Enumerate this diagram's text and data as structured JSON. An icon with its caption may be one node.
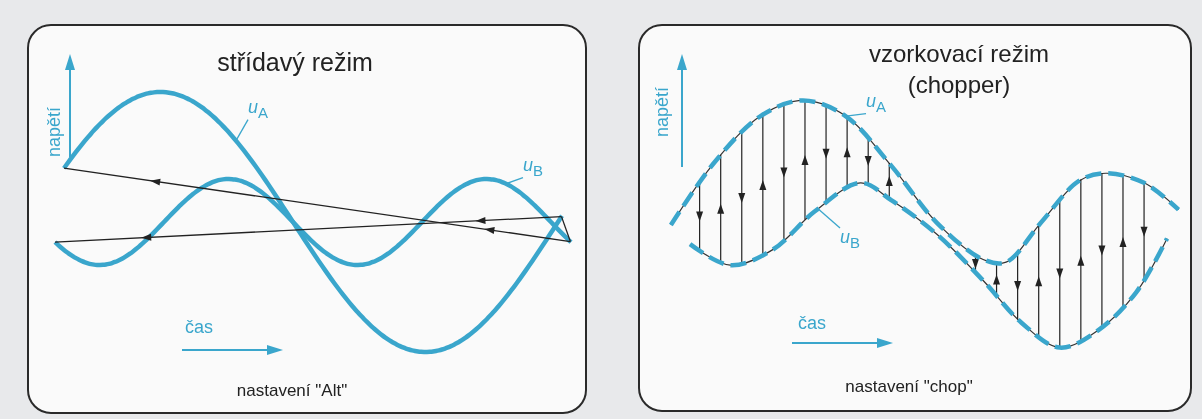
{
  "diagram": {
    "nodes": [
      {
        "text": [
          "střídavý režim",
          "nastavení \"Alt\""
        ]
      },
      {
        "text": [
          "*u*$_{A}$"
        ],
        "in": 0
      },
      {
        "text": [
          "*u*$_{B}$"
        ],
        "in": 0
      },
      {
        "text": [
          "vzorkovací režim (chopper)",
          "nastavení \"chop\""
        ]
      },
      {
        "text": [
          "*u*$_{A}$"
        ],
        "in": 3
      },
      {
        "text": [
          "*u*$_{B}$"
        ],
        "in": 3
      }
    ],
    "edges": [
      {
        "from": 1,
        "to": null,
        "arrow": "none"
      },
      {
        "from": 2,
        "to": null,
        "arrow": "none"
      },
      {
        "from": 4,
        "to": null,
        "arrow": "none"
      },
      {
        "from": 5,
        "to": null,
        "arrow": "none"
      }
    ],
    "labels": [
      "napětí",
      "čas",
      "napětí",
      "čas"
    ]
  }
}
